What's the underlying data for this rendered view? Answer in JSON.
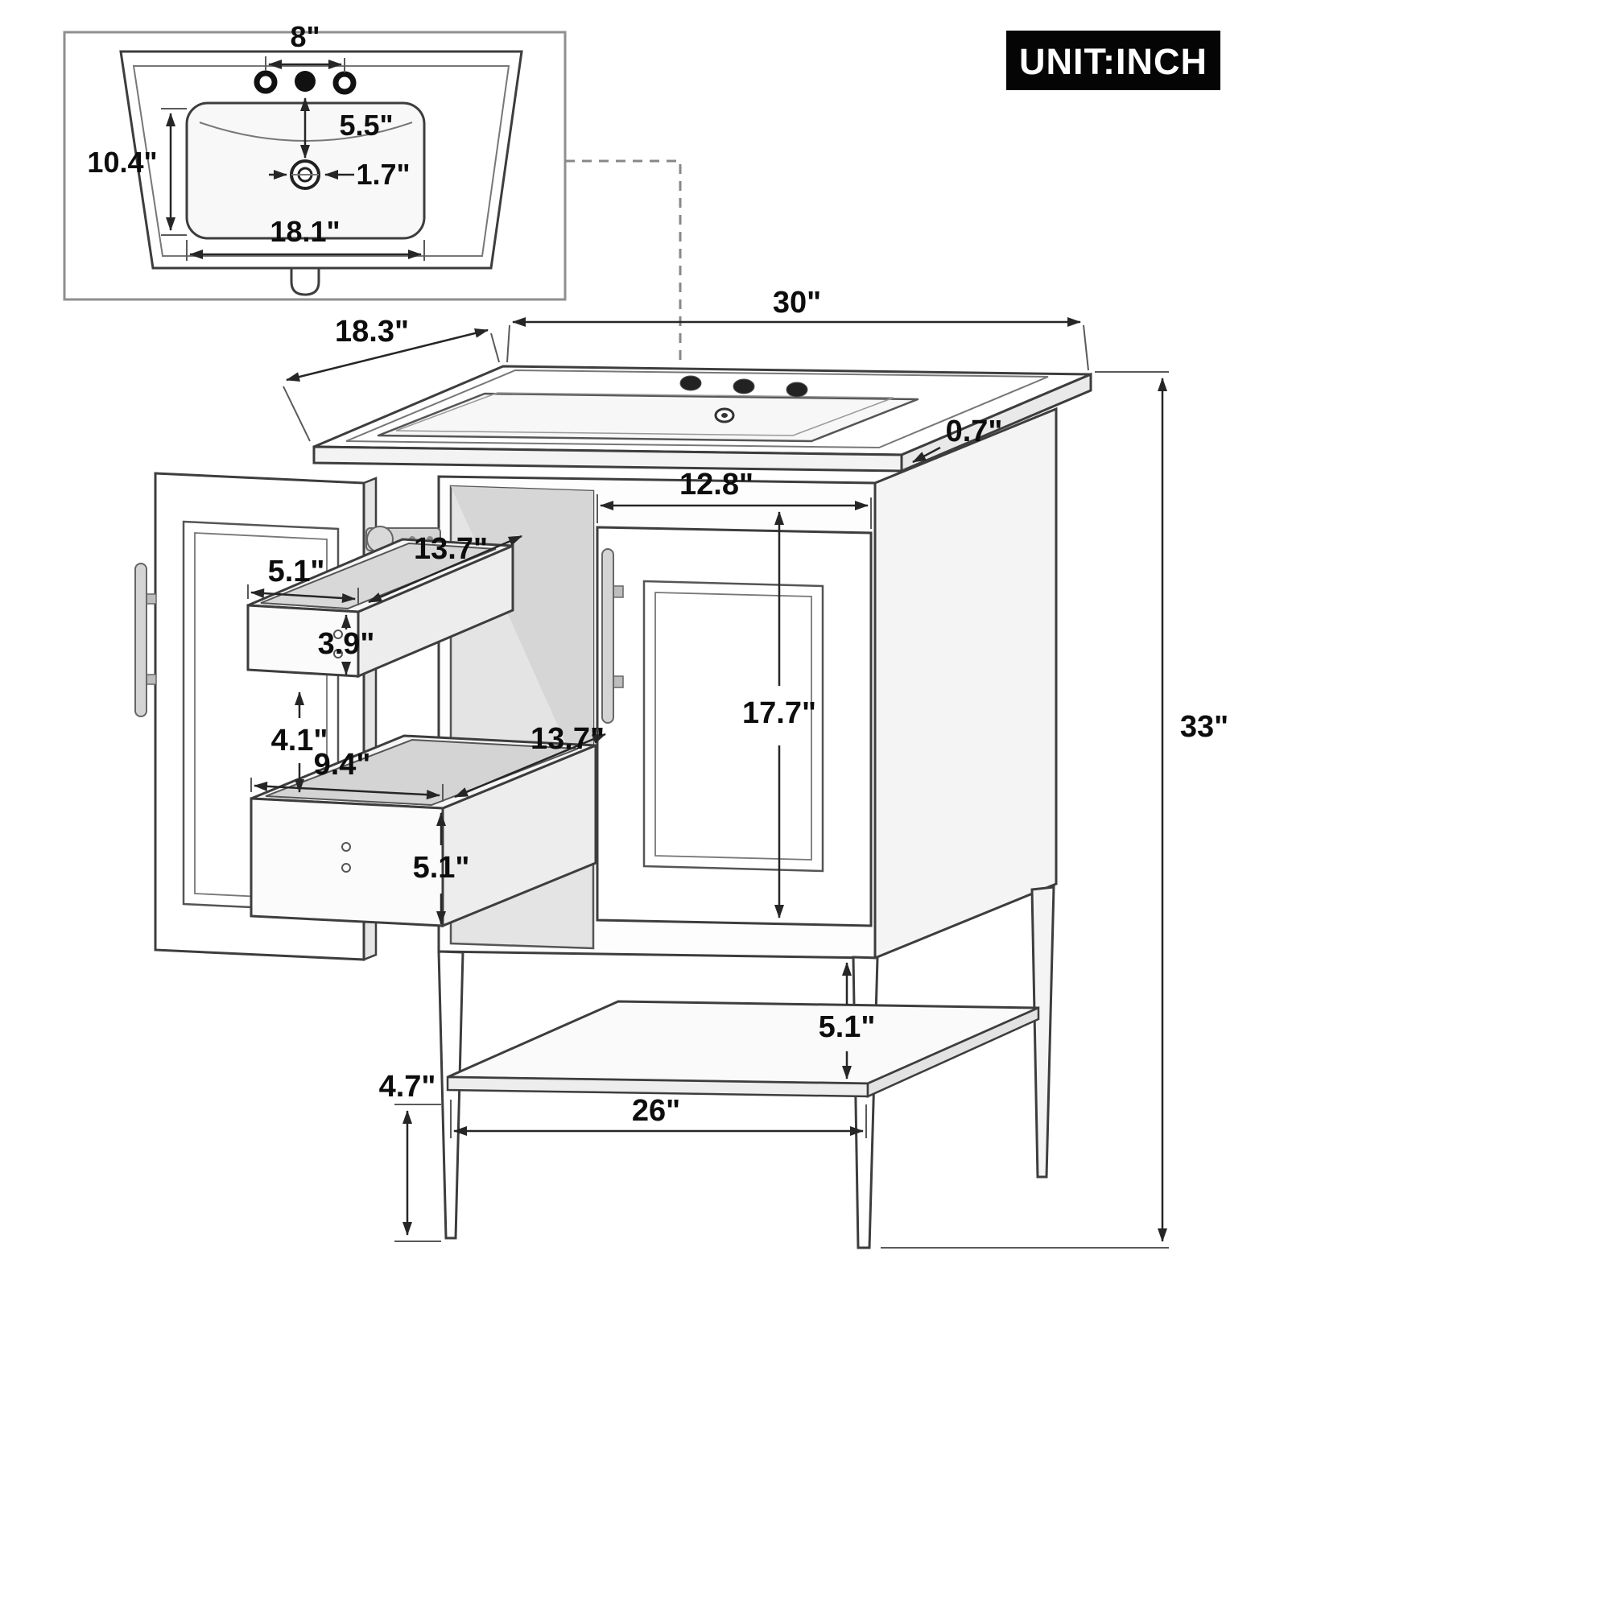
{
  "badge": {
    "label": "UNIT:INCH"
  },
  "inset": {
    "faucet_spread": "8\"",
    "depth": "10.4\"",
    "faucet_to_drain": "5.5\"",
    "drain": "1.7\"",
    "width": "18.1\""
  },
  "vanity": {
    "top_width": "30\"",
    "top_depth": "18.3\"",
    "top_thickness": "0.7\"",
    "door_width": "12.8\"",
    "door_height": "17.7\"",
    "height": "33\"",
    "upper_drawer": {
      "width": "5.1\"",
      "depth": "13.7\"",
      "height": "3.9\""
    },
    "drawer_gap": "4.1\"",
    "lower_drawer": {
      "width": "9.4\"",
      "depth": "13.7\"",
      "height": "5.1\""
    },
    "open_shelf_height": "5.1\"",
    "shelf_width": "26\"",
    "leg_height": "4.7\""
  }
}
